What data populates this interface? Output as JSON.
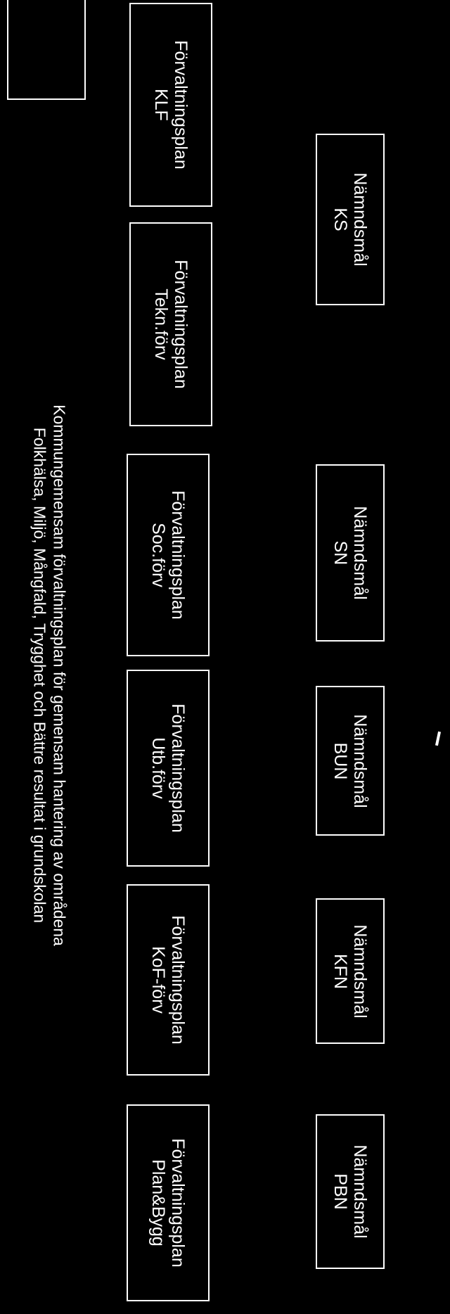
{
  "nodes": {
    "namnd_ks": {
      "line1": "Nämndsmål",
      "line2": "KS"
    },
    "namnd_sn": {
      "line1": "Nämndsmål",
      "line2": "SN"
    },
    "namnd_bun": {
      "line1": "Nämndsmål",
      "line2": "BUN"
    },
    "namnd_kfn": {
      "line1": "Nämndsmål",
      "line2": "KFN"
    },
    "namnd_pbn": {
      "line1": "Nämndsmål",
      "line2": "PBN"
    },
    "forv_klf": {
      "line1": "Förvaltningsplan",
      "line2": "KLF"
    },
    "forv_tekn": {
      "line1": "Förvaltningsplan",
      "line2": "Tekn.förv"
    },
    "forv_soc": {
      "line1": "Förvaltningsplan",
      "line2": "Soc.förv"
    },
    "forv_utb": {
      "line1": "Förvaltningsplan",
      "line2": "Utb.förv"
    },
    "forv_kof": {
      "line1": "Förvaltningsplan",
      "line2": "KoF-förv"
    },
    "forv_plan": {
      "line1": "Förvaltningsplan",
      "line2": "Plan&Bygg"
    }
  },
  "caption": {
    "line1": "Kommungemensam förvaltningsplan för gemensam hantering av områdena",
    "line2": "Folkhälsa, Miljö, Mångfald, Trygghet och Bättre resultat i grundskolan"
  },
  "colors": {
    "background": "#000000",
    "foreground": "#ffffff"
  }
}
